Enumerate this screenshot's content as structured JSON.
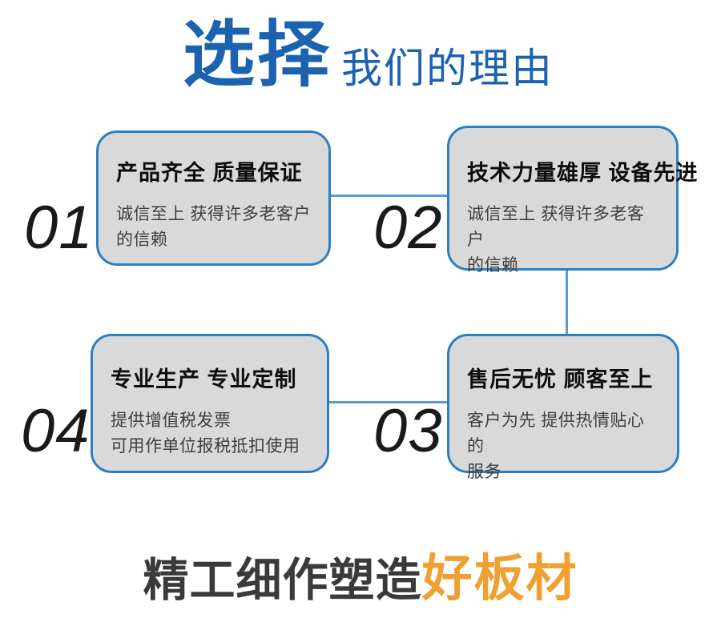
{
  "header": {
    "title_main": "选择",
    "title_sub": "我们的理由"
  },
  "cards": {
    "c1": {
      "number": "01",
      "title": "产品齐全 质量保证",
      "body": "诚信至上 获得许多老客户\n的信赖"
    },
    "c2": {
      "number": "02",
      "title": "技术力量雄厚 设备先进",
      "body": "诚信至上 获得许多老客户\n的信赖"
    },
    "c3": {
      "number": "03",
      "title": "售后无忧 顾客至上",
      "body": "客户为先 提供热情贴心的\n服务"
    },
    "c4": {
      "number": "04",
      "title": "专业生产 专业定制",
      "body": "提供增值税发票\n可用作单位报税抵扣使用"
    }
  },
  "tagline": {
    "dark": "精工细作塑造",
    "accent": "好板材"
  },
  "colors": {
    "title_blue": "#1b63b0",
    "card_fill": "#d9d9d9",
    "card_border": "#2b7fc3",
    "connector_blue": "#5b9bd5",
    "number_black": "#1a1a1a",
    "tagline_dark": "#3a3a3a",
    "tagline_orange": "#f0a030"
  }
}
